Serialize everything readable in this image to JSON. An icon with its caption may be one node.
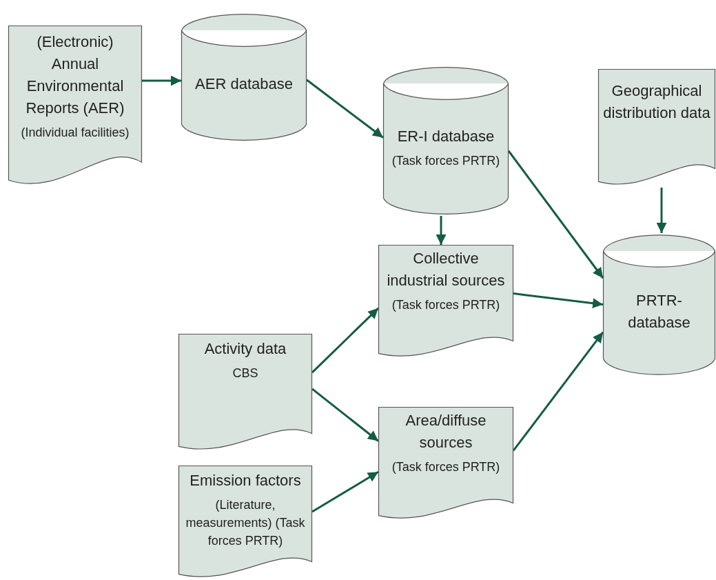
{
  "diagram": {
    "nodes": [
      {
        "text": [
          "(Electronic) Annual Environmental Reports (AER)",
          "(Individual facilities)"
        ]
      },
      {
        "text": [
          "AER database"
        ]
      },
      {
        "text": [
          "ER-I database",
          "(Task forces PRTR)"
        ]
      },
      {
        "text": [
          "Geographical distribution data"
        ]
      },
      {
        "text": [
          "Collective industrial sources",
          "(Task forces PRTR)"
        ]
      },
      {
        "text": [
          "PRTR- database"
        ]
      },
      {
        "text": [
          "Activity data",
          "CBS"
        ]
      },
      {
        "text": [
          "Area/diffuse sources",
          "(Task forces PRTR)"
        ]
      },
      {
        "text": [
          "Emission factors",
          "(Literature, measurements) (Task forces PRTR)"
        ]
      }
    ],
    "edges": [
      {
        "from": 0,
        "to": 1,
        "arrow": "to"
      },
      {
        "from": 1,
        "to": 2,
        "arrow": "to"
      },
      {
        "from": 2,
        "to": 4,
        "arrow": "to"
      },
      {
        "from": 2,
        "to": 5,
        "arrow": "to"
      },
      {
        "from": 3,
        "to": 5,
        "arrow": "to"
      },
      {
        "from": 4,
        "to": 5,
        "arrow": "to"
      },
      {
        "from": 6,
        "to": 4,
        "arrow": "to"
      },
      {
        "from": 6,
        "to": 7,
        "arrow": "to"
      },
      {
        "from": 8,
        "to": 7,
        "arrow": "to"
      },
      {
        "from": 7,
        "to": 5,
        "arrow": "to"
      }
    ]
  }
}
